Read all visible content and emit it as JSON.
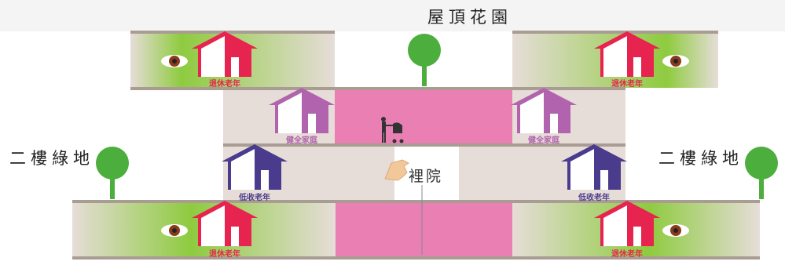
{
  "labels": {
    "roof_garden": "屋頂花園",
    "second_floor_green_left": "二樓綠地",
    "second_floor_green_right": "二樓綠地",
    "courtyard": "裡院"
  },
  "house_tags": {
    "retired_elderly": "退休老年",
    "healthy_family": "健全家庭",
    "low_income_elderly": "低收老年"
  },
  "colors": {
    "retired_elderly": "#e7234f",
    "healthy_family": "#b263ad",
    "low_income_elderly": "#4b3b8c",
    "floor_fill": "#e6ddd8",
    "pink_void": "#e97fb3",
    "tree": "#4cae3c"
  }
}
